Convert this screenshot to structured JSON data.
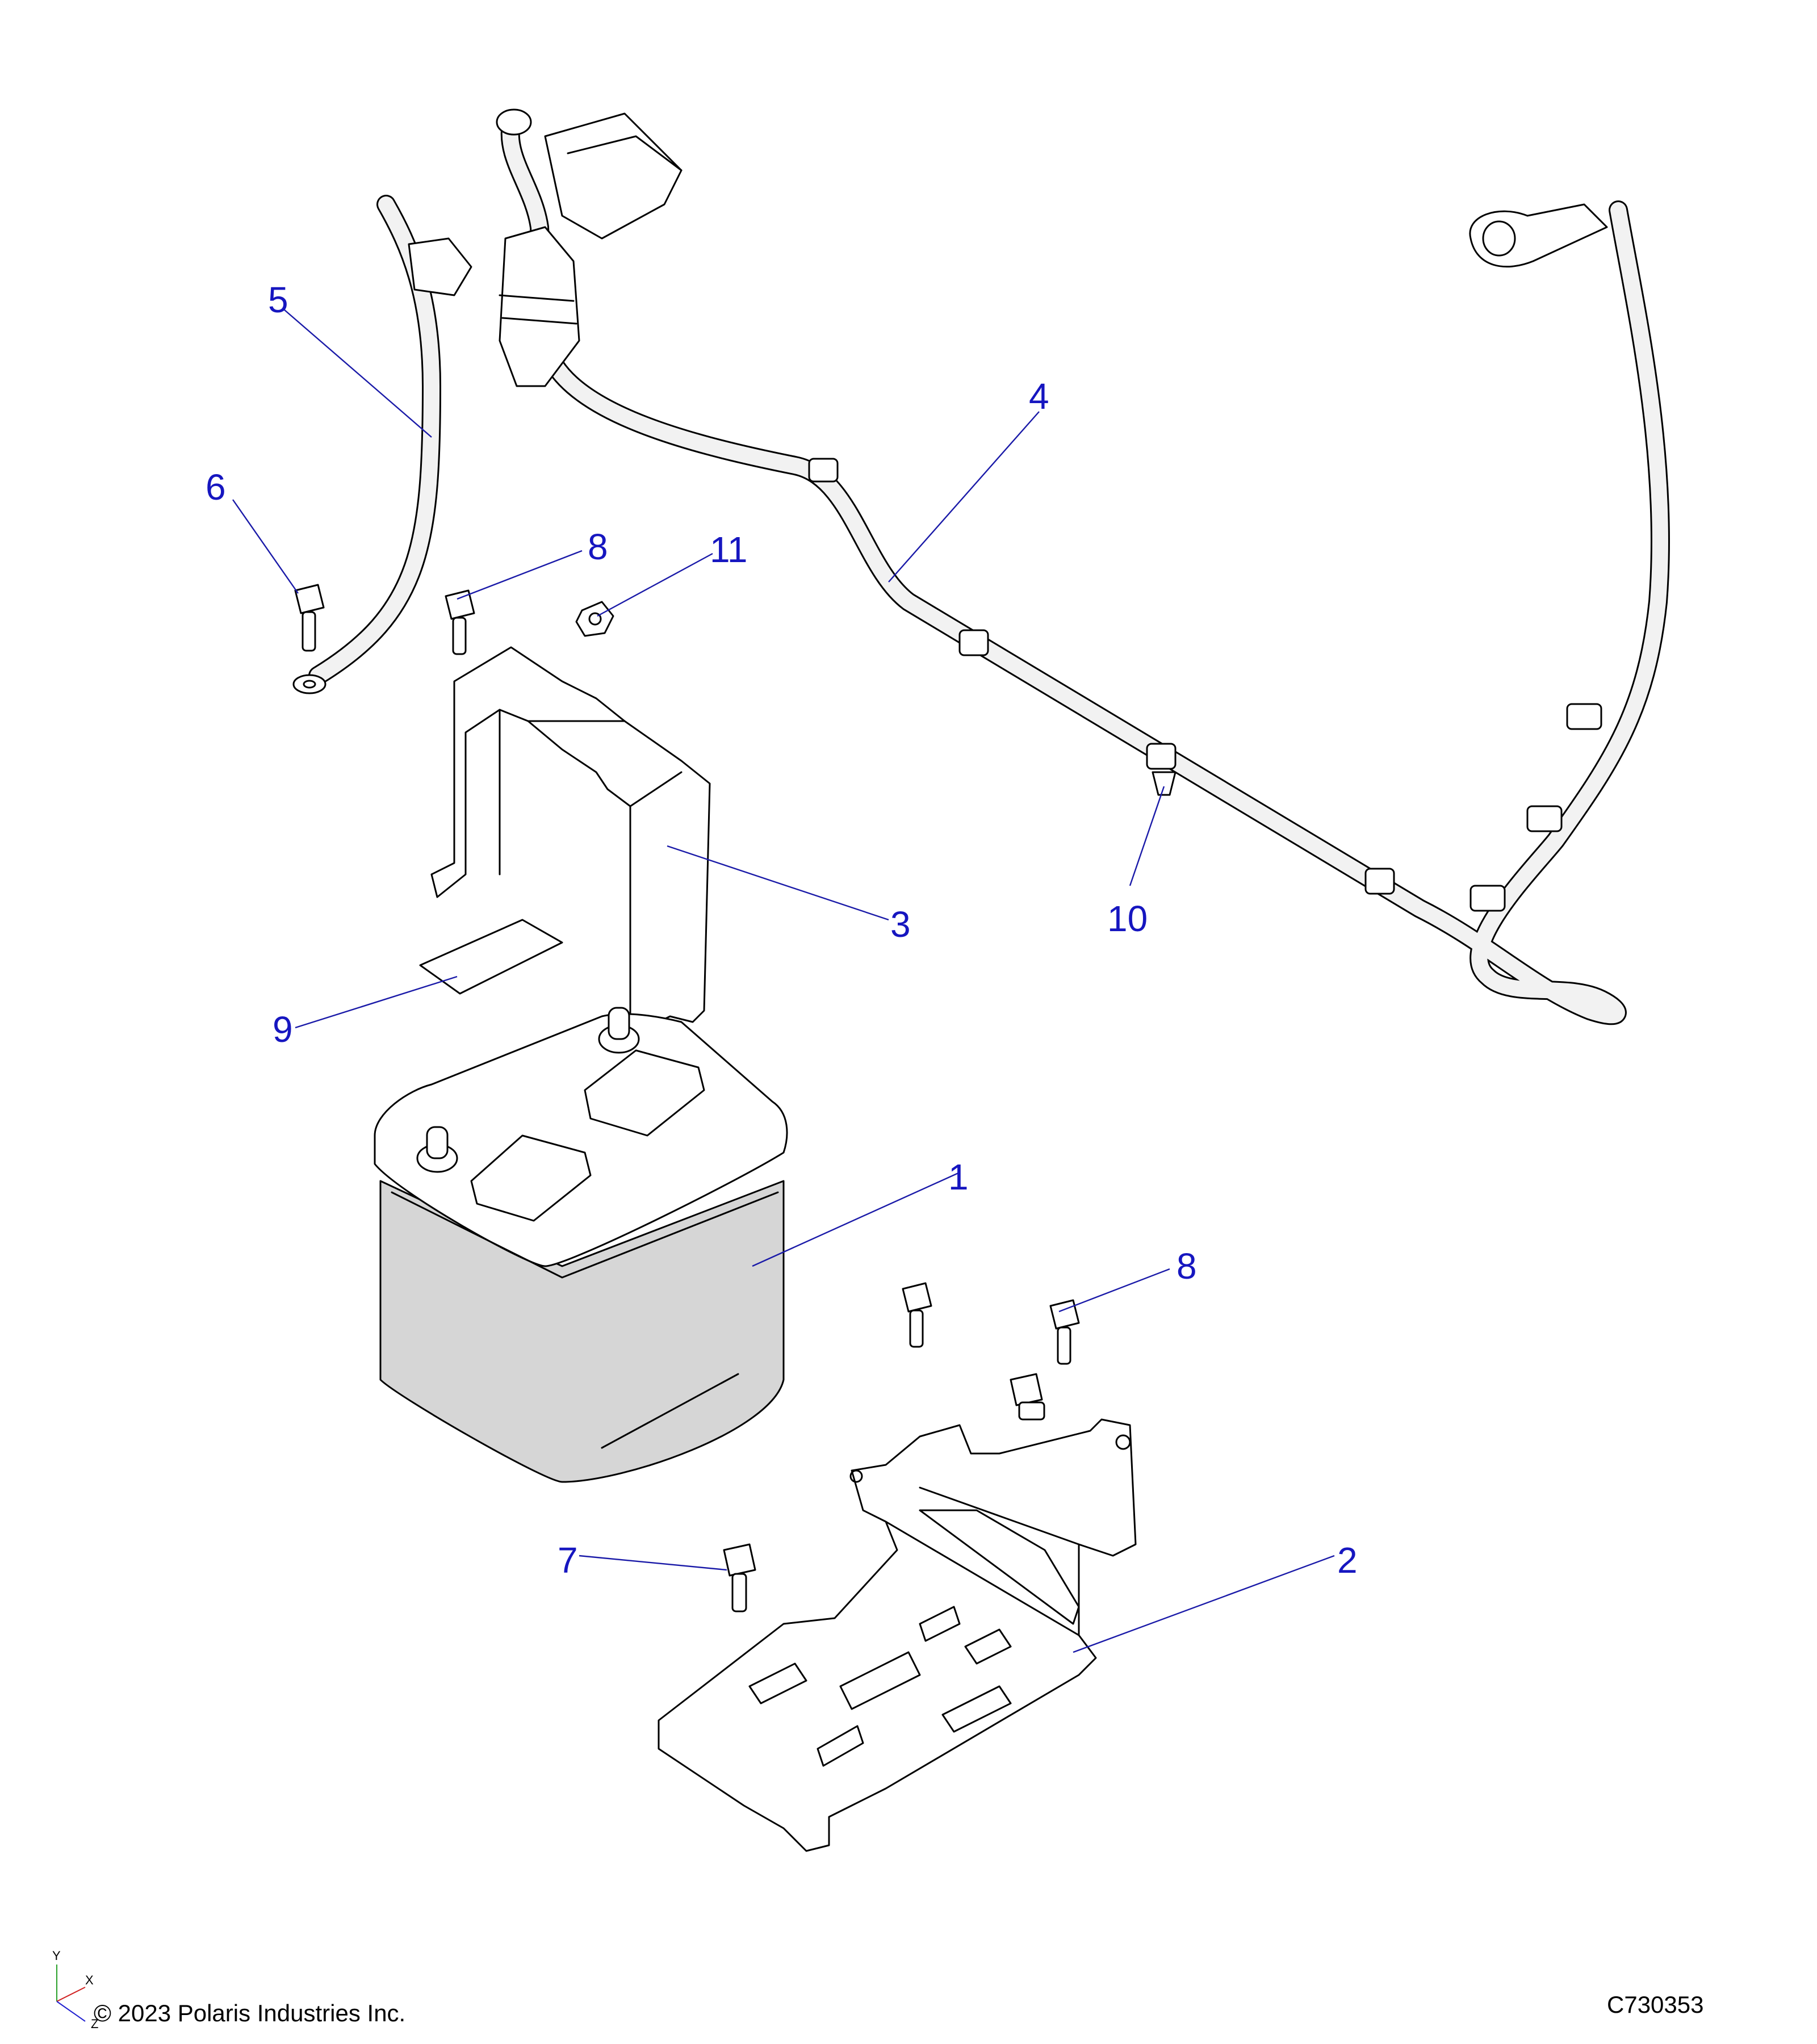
{
  "callouts": {
    "c1": "1",
    "c2": "2",
    "c3": "3",
    "c4": "4",
    "c5": "5",
    "c6": "6",
    "c7": "7",
    "c8a": "8",
    "c8b": "8",
    "c9": "9",
    "c10": "10",
    "c11": "11"
  },
  "footer": {
    "copyright": "© 2023 Polaris Industries Inc.",
    "drawing_number": "C730353"
  },
  "axis_labels": {
    "y": "Y",
    "x": "X",
    "z": "Z"
  },
  "colors": {
    "callout": "#1616c0",
    "leader": "#1a1aa8",
    "battery_body": "#d6d6d6"
  }
}
